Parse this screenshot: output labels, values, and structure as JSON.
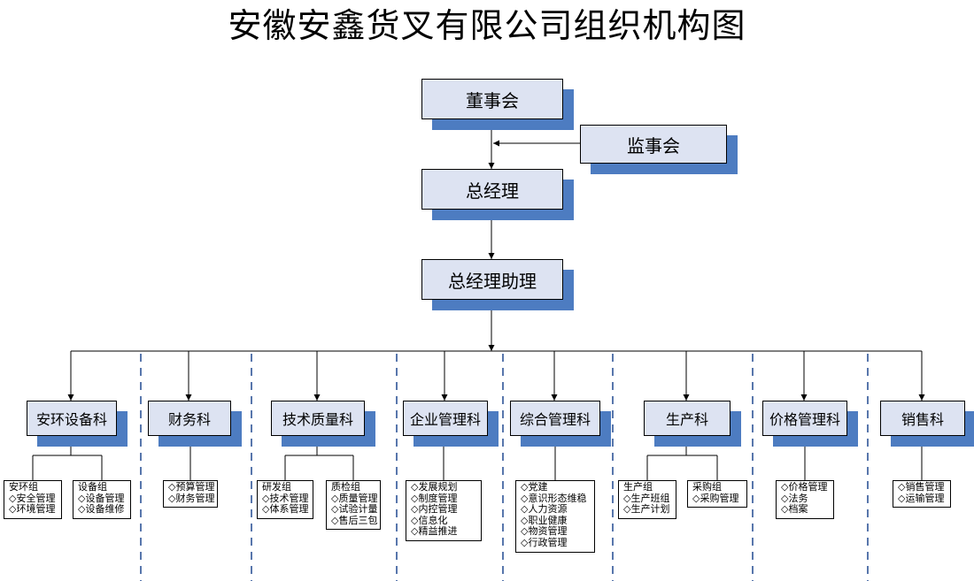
{
  "title": "安徽安鑫货叉有限公司组织机构图",
  "nodes": {
    "board": "董事会",
    "supervisory": "监事会",
    "gm": "总经理",
    "gm_assistant": "总经理助理"
  },
  "departments": [
    {
      "name": "安环设备科",
      "groups": [
        {
          "lines": [
            "安环组",
            "◇安全管理",
            "◇环境管理"
          ]
        },
        {
          "lines": [
            "设备组",
            "◇设备管理",
            "◇设备维修"
          ]
        }
      ]
    },
    {
      "name": "财务科",
      "groups": [
        {
          "lines": [
            "◇预算管理",
            "◇财务管理"
          ]
        }
      ]
    },
    {
      "name": "技术质量科",
      "groups": [
        {
          "lines": [
            "研发组",
            "◇技术管理",
            "◇体系管理"
          ]
        },
        {
          "lines": [
            "质检组",
            "◇质量管理",
            "◇试验计量",
            "◇售后三包"
          ]
        }
      ]
    },
    {
      "name": "企业管理科",
      "groups": [
        {
          "lines": [
            "◇发展规划",
            "◇制度管理",
            "◇内控管理",
            "◇信息化",
            "◇精益推进"
          ]
        }
      ]
    },
    {
      "name": "综合管理科",
      "groups": [
        {
          "lines": [
            "◇党建",
            "◇意识形态维稳",
            "◇人力资源",
            "◇职业健康",
            "◇物资管理",
            "◇行政管理"
          ]
        }
      ]
    },
    {
      "name": "生产科",
      "groups": [
        {
          "lines": [
            "生产组",
            "◇生产班组",
            "◇生产计划"
          ]
        },
        {
          "lines": [
            "采购组",
            "◇采购管理"
          ]
        }
      ]
    },
    {
      "name": "价格管理科",
      "groups": [
        {
          "lines": [
            "◇价格管理",
            "◇法务",
            "◇档案"
          ]
        }
      ]
    },
    {
      "name": "销售科",
      "groups": [
        {
          "lines": [
            "◇销售管理",
            "◇运输管理"
          ]
        }
      ]
    }
  ],
  "colors": {
    "box_fill": "#dde3f2",
    "shadow": "#4d7cc1",
    "separator": "#2f5597",
    "line": "#000000"
  }
}
